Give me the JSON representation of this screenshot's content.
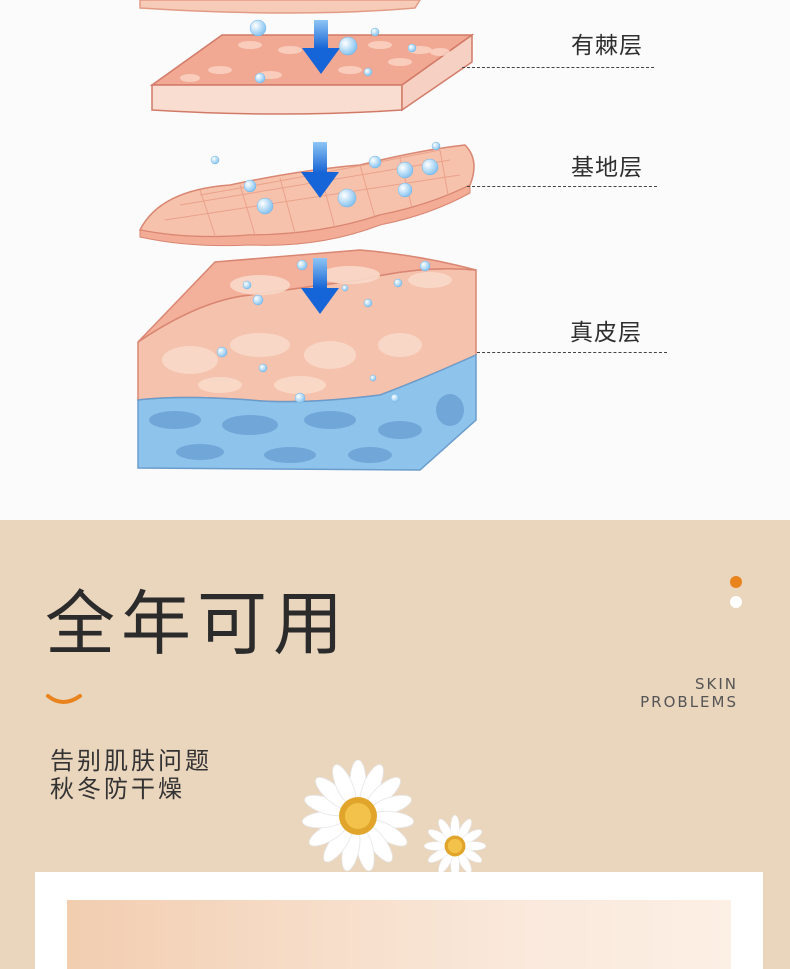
{
  "layers": [
    {
      "label": "有棘层"
    },
    {
      "label": "基地层"
    },
    {
      "label": "真皮层"
    }
  ],
  "season": {
    "title": "全年可用",
    "en_line1": "SKIN",
    "en_line2": "PROBLEMS",
    "sub_line1": "告别肌肤问题",
    "sub_line2": "秋冬防干燥"
  },
  "colors": {
    "accent_orange": "#e8831e",
    "bg_beige": "#ead5bd",
    "arrow_blue": "#1565d8"
  }
}
